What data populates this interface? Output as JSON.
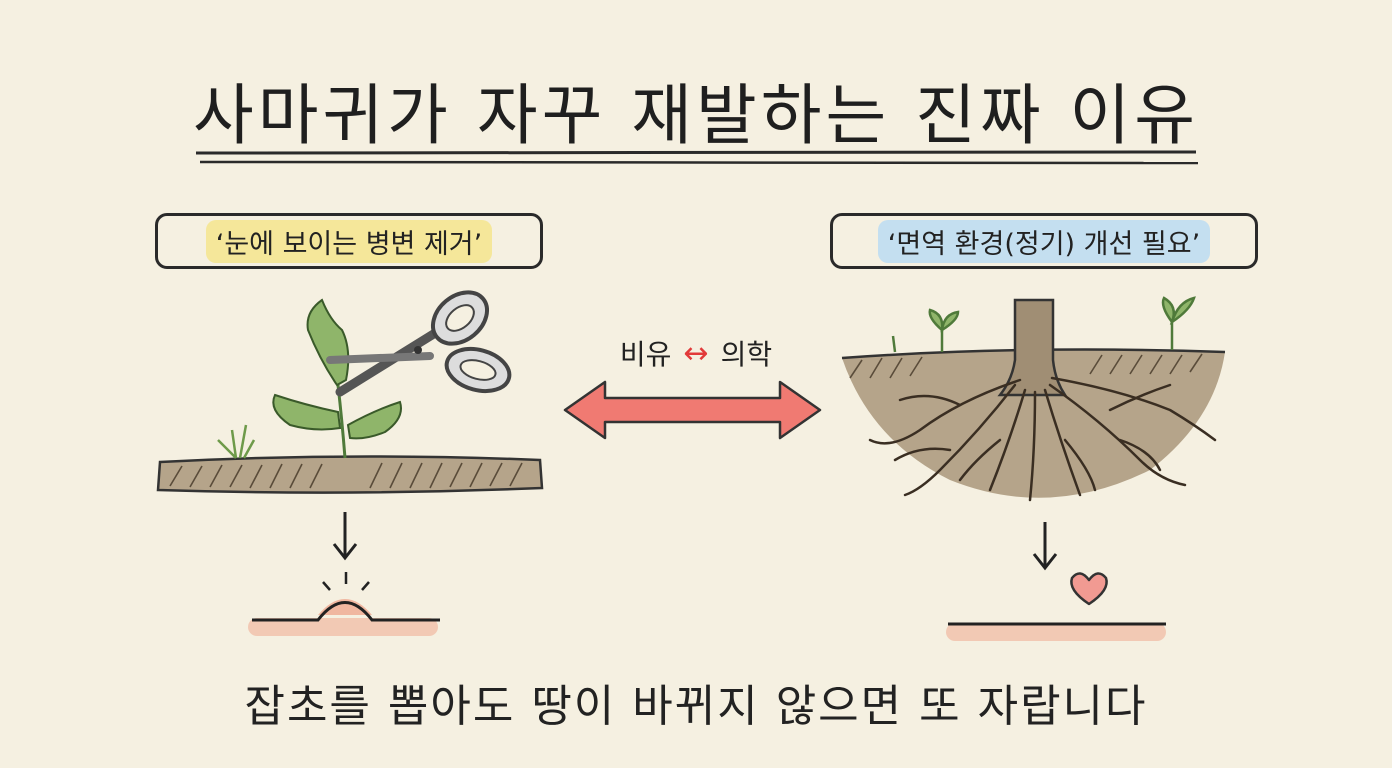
{
  "title": "사마귀가 자꾸 재발하는 진짜 이유",
  "left_label": "‘눈에 보이는 병변 제거’",
  "right_label": "‘면역 환경(정기) 개선 필요’",
  "analogy": {
    "left": "비유",
    "symbol": "↔",
    "right": "의학"
  },
  "bottom_text": "잡초를 뽑아도 땅이 바뀌지 않으면 또 자랍니다"
}
